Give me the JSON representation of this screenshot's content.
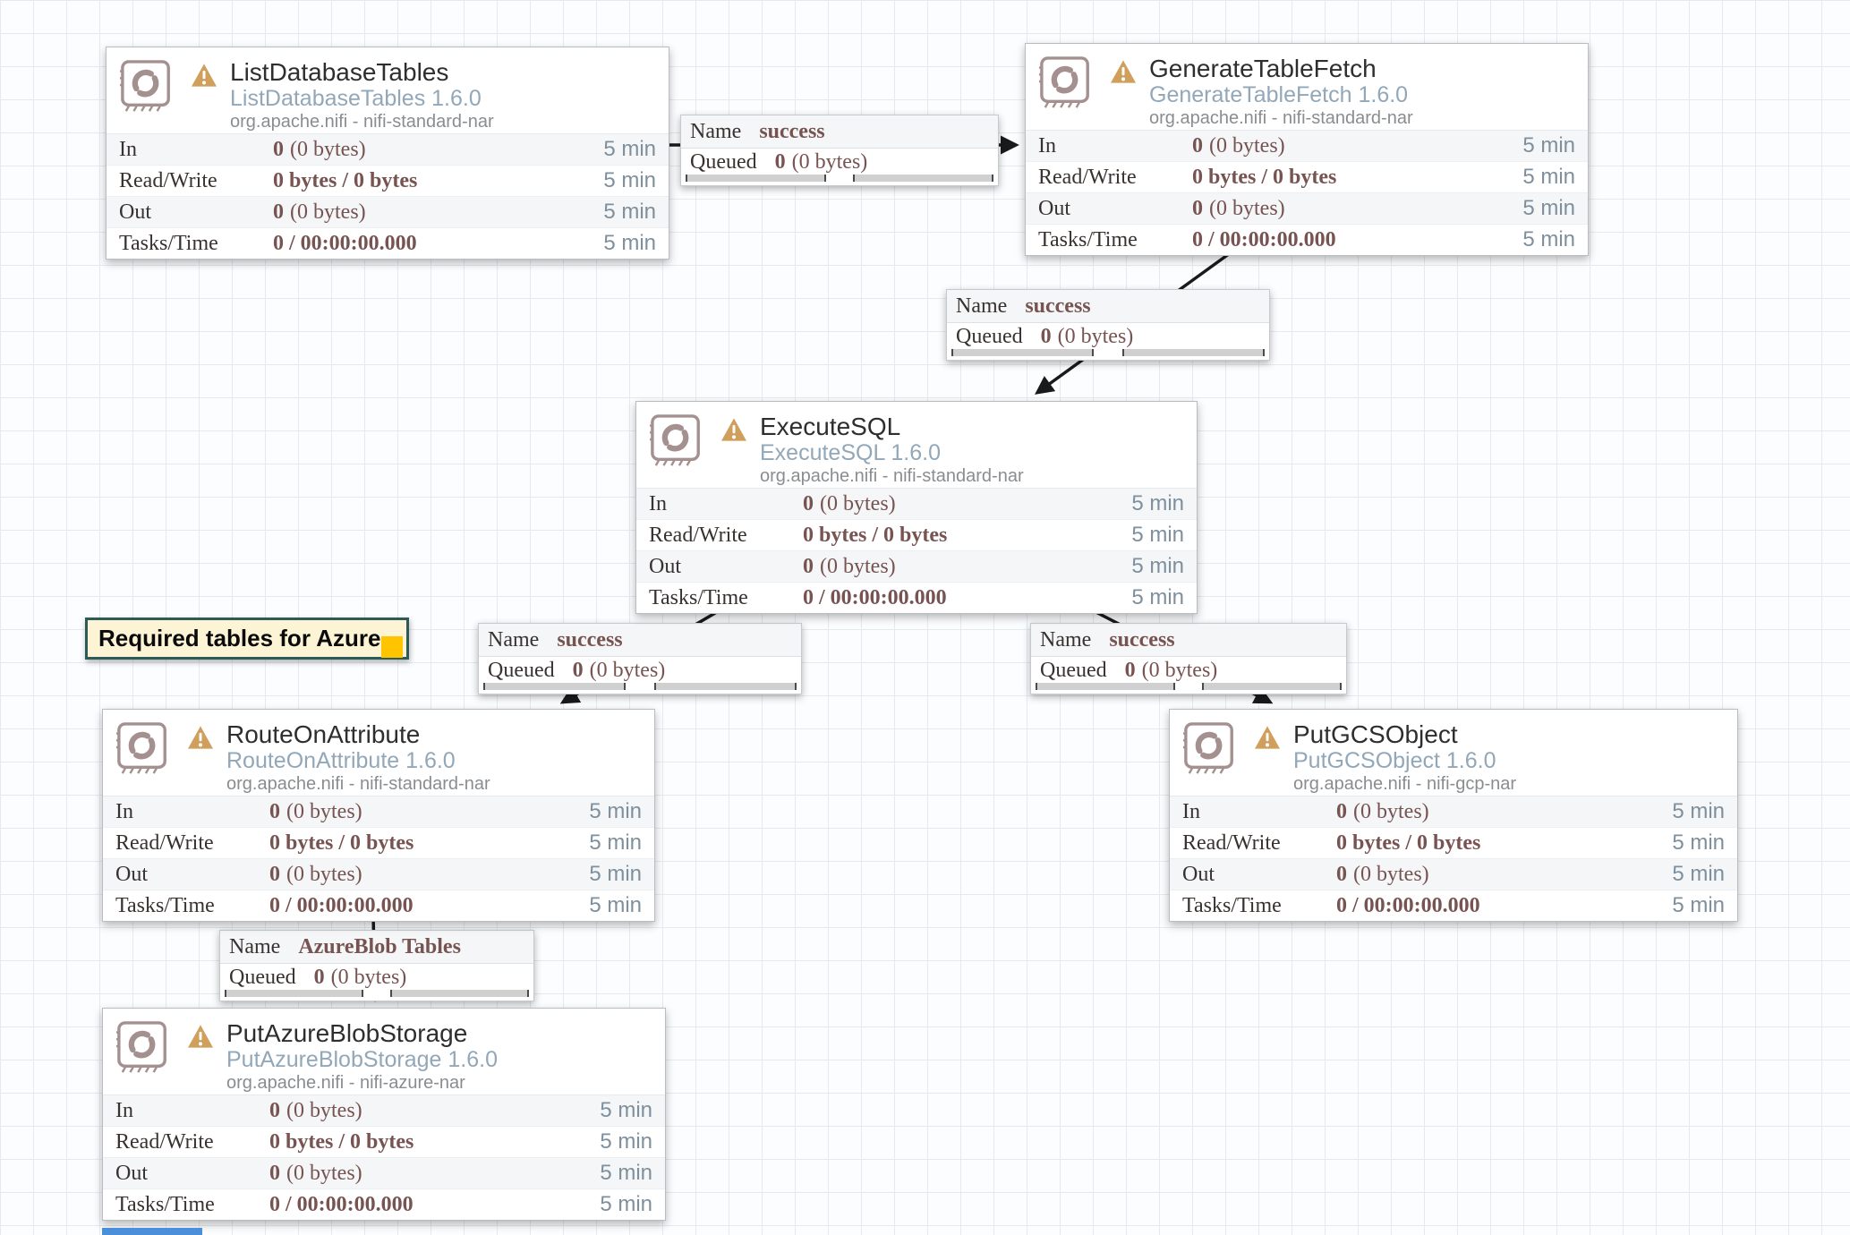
{
  "canvas": {
    "background": "#fcfdfe",
    "grid_color": "#e4ebee",
    "blue_strip_color": "#4b8ed9"
  },
  "colors": {
    "stat_value": "#775351",
    "stat_window": "#7e8f9d",
    "processor_type": "#92a7b8",
    "processor_bundle": "#8a8d90",
    "warning": "#cf9f5b",
    "processor_icon": "#a59090",
    "row_alt_background": "#f4f6f7",
    "note_background": "#fcf4d5",
    "note_border": "#2b5a57",
    "note_handle": "#ffc400"
  },
  "icons": {
    "processor": "sync-arrows-stamp-icon",
    "warning": "warning-triangle-icon"
  },
  "processors": [
    {
      "id": "list-database-tables",
      "title": "ListDatabaseTables",
      "type_version": "ListDatabaseTables 1.6.0",
      "bundle": "org.apache.nifi - nifi-standard-nar",
      "rows": [
        {
          "label": "In",
          "bold": "0",
          "rest": "(0 bytes)",
          "window": "5 min"
        },
        {
          "label": "Read/Write",
          "bold": "0 bytes / 0 bytes",
          "rest": "",
          "window": "5 min"
        },
        {
          "label": "Out",
          "bold": "0",
          "rest": "(0 bytes)",
          "window": "5 min"
        },
        {
          "label": "Tasks/Time",
          "bold": "0 / 00:00:00.000",
          "rest": "",
          "window": "5 min"
        }
      ]
    },
    {
      "id": "generate-table-fetch",
      "title": "GenerateTableFetch",
      "type_version": "GenerateTableFetch 1.6.0",
      "bundle": "org.apache.nifi - nifi-standard-nar",
      "rows": [
        {
          "label": "In",
          "bold": "0",
          "rest": "(0 bytes)",
          "window": "5 min"
        },
        {
          "label": "Read/Write",
          "bold": "0 bytes / 0 bytes",
          "rest": "",
          "window": "5 min"
        },
        {
          "label": "Out",
          "bold": "0",
          "rest": "(0 bytes)",
          "window": "5 min"
        },
        {
          "label": "Tasks/Time",
          "bold": "0 / 00:00:00.000",
          "rest": "",
          "window": "5 min"
        }
      ]
    },
    {
      "id": "execute-sql",
      "title": "ExecuteSQL",
      "type_version": "ExecuteSQL 1.6.0",
      "bundle": "org.apache.nifi - nifi-standard-nar",
      "rows": [
        {
          "label": "In",
          "bold": "0",
          "rest": "(0 bytes)",
          "window": "5 min"
        },
        {
          "label": "Read/Write",
          "bold": "0 bytes / 0 bytes",
          "rest": "",
          "window": "5 min"
        },
        {
          "label": "Out",
          "bold": "0",
          "rest": "(0 bytes)",
          "window": "5 min"
        },
        {
          "label": "Tasks/Time",
          "bold": "0 / 00:00:00.000",
          "rest": "",
          "window": "5 min"
        }
      ]
    },
    {
      "id": "route-on-attribute",
      "title": "RouteOnAttribute",
      "type_version": "RouteOnAttribute 1.6.0",
      "bundle": "org.apache.nifi - nifi-standard-nar",
      "rows": [
        {
          "label": "In",
          "bold": "0",
          "rest": "(0 bytes)",
          "window": "5 min"
        },
        {
          "label": "Read/Write",
          "bold": "0 bytes / 0 bytes",
          "rest": "",
          "window": "5 min"
        },
        {
          "label": "Out",
          "bold": "0",
          "rest": "(0 bytes)",
          "window": "5 min"
        },
        {
          "label": "Tasks/Time",
          "bold": "0 / 00:00:00.000",
          "rest": "",
          "window": "5 min"
        }
      ]
    },
    {
      "id": "put-gcs-object",
      "title": "PutGCSObject",
      "type_version": "PutGCSObject 1.6.0",
      "bundle": "org.apache.nifi - nifi-gcp-nar",
      "rows": [
        {
          "label": "In",
          "bold": "0",
          "rest": "(0 bytes)",
          "window": "5 min"
        },
        {
          "label": "Read/Write",
          "bold": "0 bytes / 0 bytes",
          "rest": "",
          "window": "5 min"
        },
        {
          "label": "Out",
          "bold": "0",
          "rest": "(0 bytes)",
          "window": "5 min"
        },
        {
          "label": "Tasks/Time",
          "bold": "0 / 00:00:00.000",
          "rest": "",
          "window": "5 min"
        }
      ]
    },
    {
      "id": "put-azure-blob-storage",
      "title": "PutAzureBlobStorage",
      "type_version": "PutAzureBlobStorage 1.6.0",
      "bundle": "org.apache.nifi - nifi-azure-nar",
      "rows": [
        {
          "label": "In",
          "bold": "0",
          "rest": "(0 bytes)",
          "window": "5 min"
        },
        {
          "label": "Read/Write",
          "bold": "0 bytes / 0 bytes",
          "rest": "",
          "window": "5 min"
        },
        {
          "label": "Out",
          "bold": "0",
          "rest": "(0 bytes)",
          "window": "5 min"
        },
        {
          "label": "Tasks/Time",
          "bold": "0 / 00:00:00.000",
          "rest": "",
          "window": "5 min"
        }
      ]
    }
  ],
  "connections": [
    {
      "id": "ldt-gtf",
      "name_key": "Name",
      "name_value": "success",
      "queued_key": "Queued",
      "queued_bold": "0",
      "queued_rest": "(0 bytes)"
    },
    {
      "id": "gtf-esql",
      "name_key": "Name",
      "name_value": "success",
      "queued_key": "Queued",
      "queued_bold": "0",
      "queued_rest": "(0 bytes)"
    },
    {
      "id": "esql-roa",
      "name_key": "Name",
      "name_value": "success",
      "queued_key": "Queued",
      "queued_bold": "0",
      "queued_rest": "(0 bytes)"
    },
    {
      "id": "esql-gcs",
      "name_key": "Name",
      "name_value": "success",
      "queued_key": "Queued",
      "queued_bold": "0",
      "queued_rest": "(0 bytes)"
    },
    {
      "id": "roa-azure",
      "name_key": "Name",
      "name_value": "AzureBlob Tables",
      "queued_key": "Queued",
      "queued_bold": "0",
      "queued_rest": "(0 bytes)"
    }
  ],
  "note": {
    "text": "Required tables for Azure"
  }
}
